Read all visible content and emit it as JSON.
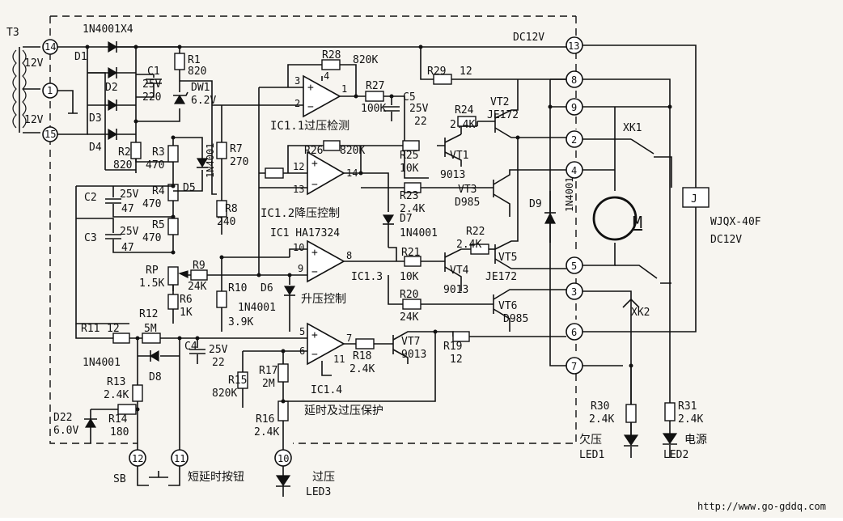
{
  "transformer": {
    "name": "T3",
    "upper": "12V",
    "lower": "12V"
  },
  "terminals": {
    "t1": "1",
    "t14": "14",
    "t15": "15",
    "t13": "13",
    "t8": "8",
    "t9": "9",
    "t2": "2",
    "t4": "4",
    "t5": "5",
    "t3": "3",
    "t6": "6",
    "t7": "7",
    "t12": "12",
    "t11": "11",
    "t10": "10"
  },
  "top_label": "1N4001X4",
  "dc_label": "DC12V",
  "diodes": {
    "d1": "D1",
    "d2": "D2",
    "d3": "D3",
    "d4": "D4",
    "d5": "D5",
    "d5v": "1N4001",
    "d6": "D6",
    "d6v": "1N4001",
    "d7": "D7",
    "d7v": "1N4001",
    "d8": "D8",
    "d8v": "1N4001",
    "d9": "D9",
    "d9v": "1N4001",
    "d22": "D22",
    "d22v": "6.0V",
    "dw1": "DW1",
    "dw1v": "6.2V"
  },
  "capacitors": {
    "c1": "C1",
    "c1v": "25V",
    "c1c": "220",
    "c2": "C2",
    "c2v": "25V",
    "c2c": "47",
    "c3": "C3",
    "c3v": "25V",
    "c3c": "47",
    "c4": "C4",
    "c4v": "25V",
    "c4c": "22",
    "c5": "C5",
    "c5v": "25V",
    "c5c": "22"
  },
  "resistors": {
    "r1": "R1",
    "r1v": "820",
    "r2": "R2",
    "r2v": "820",
    "r3": "R3",
    "r3v": "470",
    "r4": "R4",
    "r4v": "470",
    "r5": "R5",
    "r5v": "470",
    "r6": "R6",
    "r6v": "1K",
    "r7": "R7",
    "r7v": "270",
    "r8": "R8",
    "r8v": "240",
    "r9": "R9",
    "r9v": "24K",
    "r10": "R10",
    "r10v": "3.9K",
    "r11": "R11",
    "r11v": "12",
    "r12": "R12",
    "r12v": "5M",
    "r13": "R13",
    "r13v": "2.4K",
    "r14": "R14",
    "r14v": "180",
    "r15": "R15",
    "r15v": "820K",
    "r16": "R16",
    "r16v": "2.4K",
    "r17": "R17",
    "r17v": "2M",
    "r18": "R18",
    "r18v": "2.4K",
    "r19": "R19",
    "r19v": "12",
    "r20": "R20",
    "r20v": "24K",
    "r21": "R21",
    "r21v": "10K",
    "r22": "R22",
    "r22v": "2.4K",
    "r23": "R23",
    "r23v": "2.4K",
    "r24": "R24",
    "r24v": "2.4K",
    "r25": "R25",
    "r25v": "10K",
    "r26": "R26",
    "r26v": "820K",
    "r27": "R27",
    "r27v": "100K",
    "r28": "R28",
    "r28v": "820K",
    "r29": "R29",
    "r29v": "12",
    "r30": "R30",
    "r30v": "2.4K",
    "r31": "R31",
    "r31v": "2.4K"
  },
  "pot": {
    "name": "RP",
    "value": "1.5K"
  },
  "transistors": {
    "vt1": "VT1",
    "vt1v": "9013",
    "vt2": "VT2",
    "vt2v": "JE172",
    "vt3": "VT3",
    "vt3v": "D985",
    "vt4": "VT4",
    "vt4v": "9013",
    "vt5": "VT5",
    "vt5v": "JE172",
    "vt6": "VT6",
    "vt6v": "D985",
    "vt7": "VT7",
    "vt7v": "9013"
  },
  "ics": {
    "ic11": "IC1.1过压检测",
    "ic12": "IC1.2降压控制",
    "ic1": "IC1 HA17324",
    "ic13": "IC1.3",
    "ic13b": "升压控制",
    "ic14": "IC1.4",
    "ic14b": "延时及过压保护",
    "pins": {
      "p3": "3",
      "p4": "4",
      "p1": "1",
      "p2": "2",
      "p12": "12",
      "p14": "14",
      "p13": "13",
      "p10": "10",
      "p8": "8",
      "p9": "9",
      "p5": "5",
      "p7": "7",
      "p6": "6",
      "p11": "11"
    }
  },
  "relay": {
    "name": "J",
    "model": "WJQX-40F",
    "voltage": "DC12V"
  },
  "switches": {
    "xk1": "XK1",
    "xk2": "XK2",
    "sb": "SB",
    "sb_label": "短延时按钮"
  },
  "motor": {
    "name": "M"
  },
  "leds": {
    "led1": "LED1",
    "led1_label": "欠压",
    "led2": "LED2",
    "led2_label": "电源",
    "led3": "LED3",
    "led3_label": "过压"
  },
  "footer_url": "http://www.go-gddq.com"
}
